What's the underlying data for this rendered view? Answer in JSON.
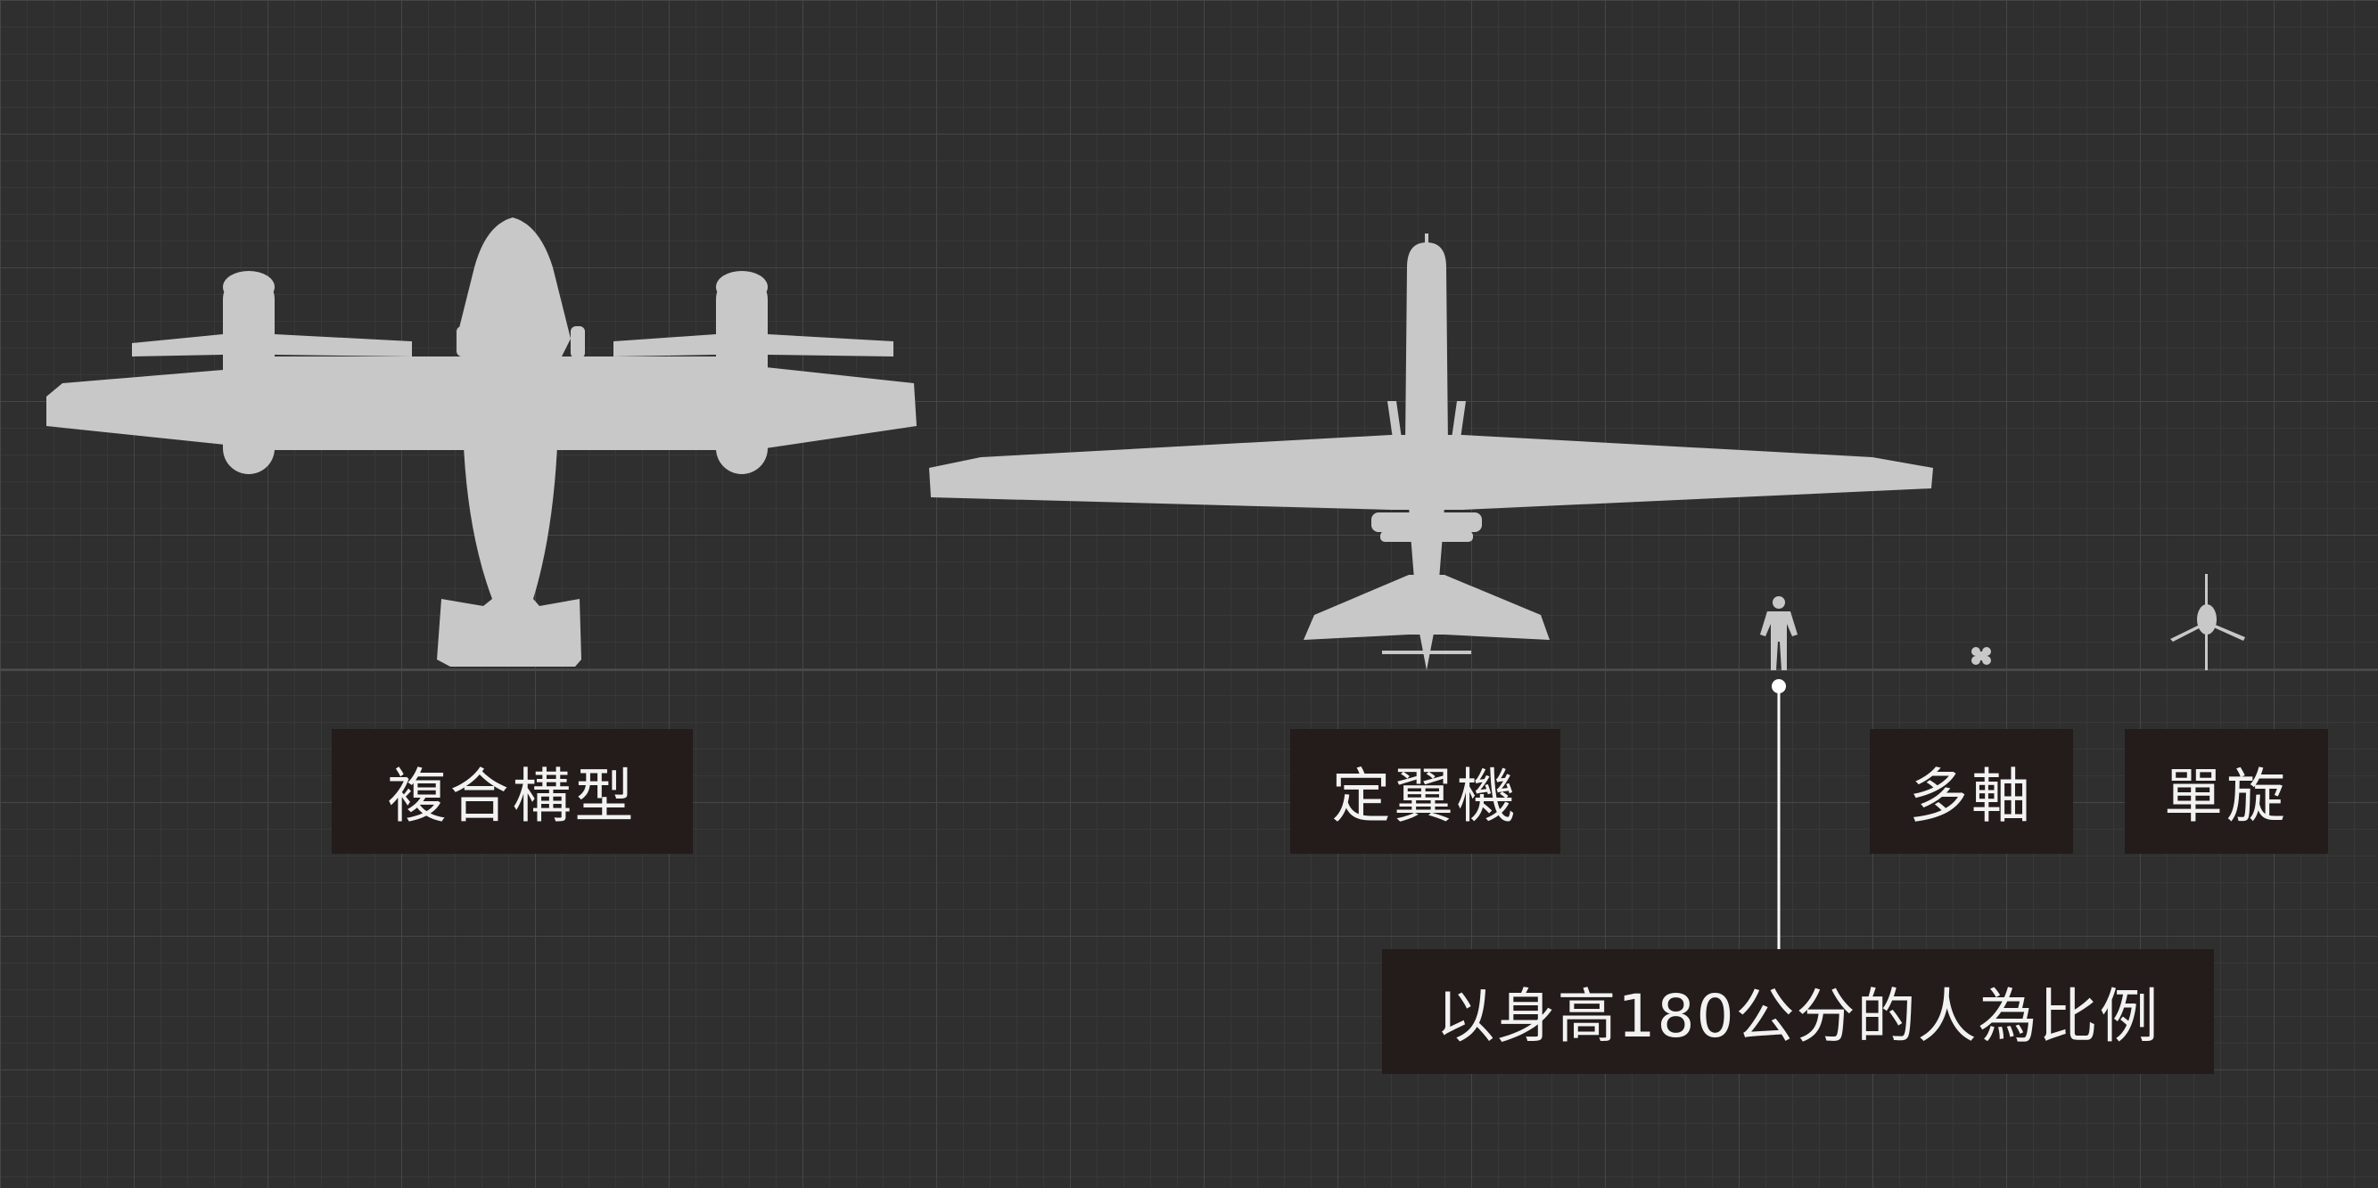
{
  "labels": {
    "compound": "複合構型",
    "fixed_wing": "定翼機",
    "multirotor": "多軸",
    "single_rotor": "單旋",
    "scale_note": "以身高180公分的人為比例"
  },
  "colors": {
    "background": "#2f2f2f",
    "grid_minor": "#3a3a3a",
    "grid_major": "#4a4a4a",
    "silhouette": "#c8c8c8",
    "label_bg": "#241b1b",
    "label_text": "#f2f2f2",
    "callout": "#ffffff"
  },
  "icons": [
    "compound-aircraft-icon",
    "fixed-wing-aircraft-icon",
    "human-figure-icon",
    "multirotor-drone-icon",
    "helicopter-icon"
  ]
}
